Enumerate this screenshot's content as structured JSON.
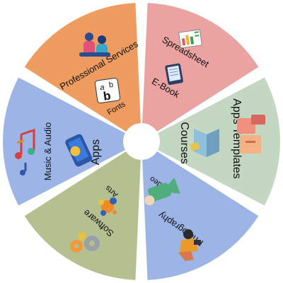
{
  "segments": [
    {
      "id": "professional",
      "color": "#EE9C5F",
      "labels": {
        "main": "Professional Services",
        "sub": "Fonts"
      }
    },
    {
      "id": "spreadsheet",
      "color": "#EBA3A2",
      "labels": {
        "main": "Spreadsheet",
        "sub": "E-Book"
      }
    },
    {
      "id": "apps-templates",
      "color": "#C3D7C2",
      "labels": {
        "main": "Apps Templates",
        "sub": "Courses"
      }
    },
    {
      "id": "photography",
      "color": "#9DB5E6",
      "labels": {
        "main": "Photography",
        "sub": "Video"
      }
    },
    {
      "id": "software",
      "color": "#B4C090",
      "labels": {
        "main": "Software",
        "sub": "Arts"
      }
    },
    {
      "id": "apps",
      "color": "#9DB5E6",
      "labels": {
        "main": "Apps",
        "sub": "Music & Audio"
      }
    }
  ],
  "icons": {
    "fonts": "font-letters-icon",
    "spreadsheet": "spreadsheet-chart-icon",
    "ebook": "ebook-reader-icon",
    "courses": "open-book-icon",
    "apps_templates": "stacked-luggage-icon",
    "video": "video-camera-icon",
    "photography": "photographer-icon",
    "arts": "paint-splash-icon",
    "software": "gears-icon",
    "apps": "smartphone-icon",
    "music": "music-notes-icon",
    "professional": "team-people-icon"
  },
  "colors": {
    "background": "#ffffff",
    "text": "#111111"
  }
}
